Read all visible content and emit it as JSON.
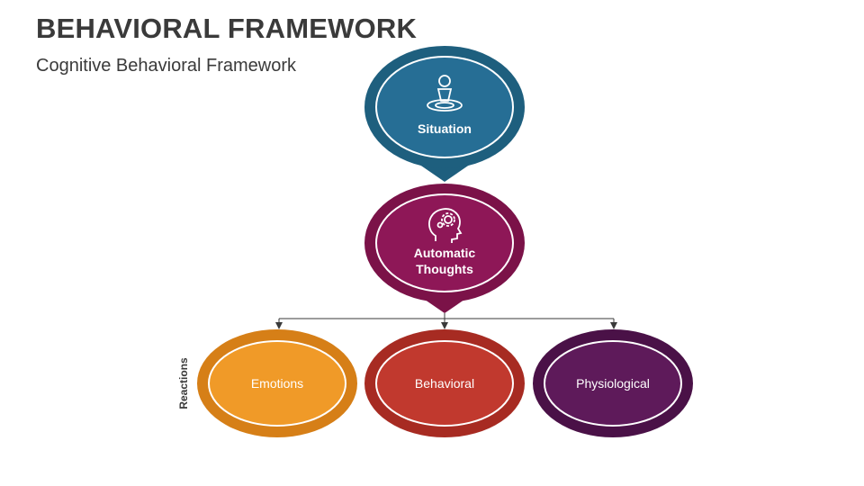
{
  "header": {
    "title": "BEHAVIORAL FRAMEWORK",
    "subtitle": "Cognitive Behavioral Framework"
  },
  "diagram": {
    "side_label": "Reactions",
    "nodes": {
      "situation": {
        "label": "Situation",
        "icon": "person-target-icon",
        "outer_color": "#1e5f7e",
        "inner_color": "#266e95"
      },
      "thoughts": {
        "line1": "Automatic",
        "line2": "Thoughts",
        "icon": "head-gears-icon",
        "outer_color": "#7b1248",
        "inner_color": "#8e1757"
      },
      "emotions": {
        "label": "Emotions",
        "outer_color": "#d67f17",
        "inner_color": "#f09a28"
      },
      "behavioral": {
        "label": "Behavioral",
        "outer_color": "#a72b22",
        "inner_color": "#c1392e"
      },
      "physiological": {
        "label": "Physiological",
        "outer_color": "#4a1147",
        "inner_color": "#5e1a5a"
      }
    }
  }
}
